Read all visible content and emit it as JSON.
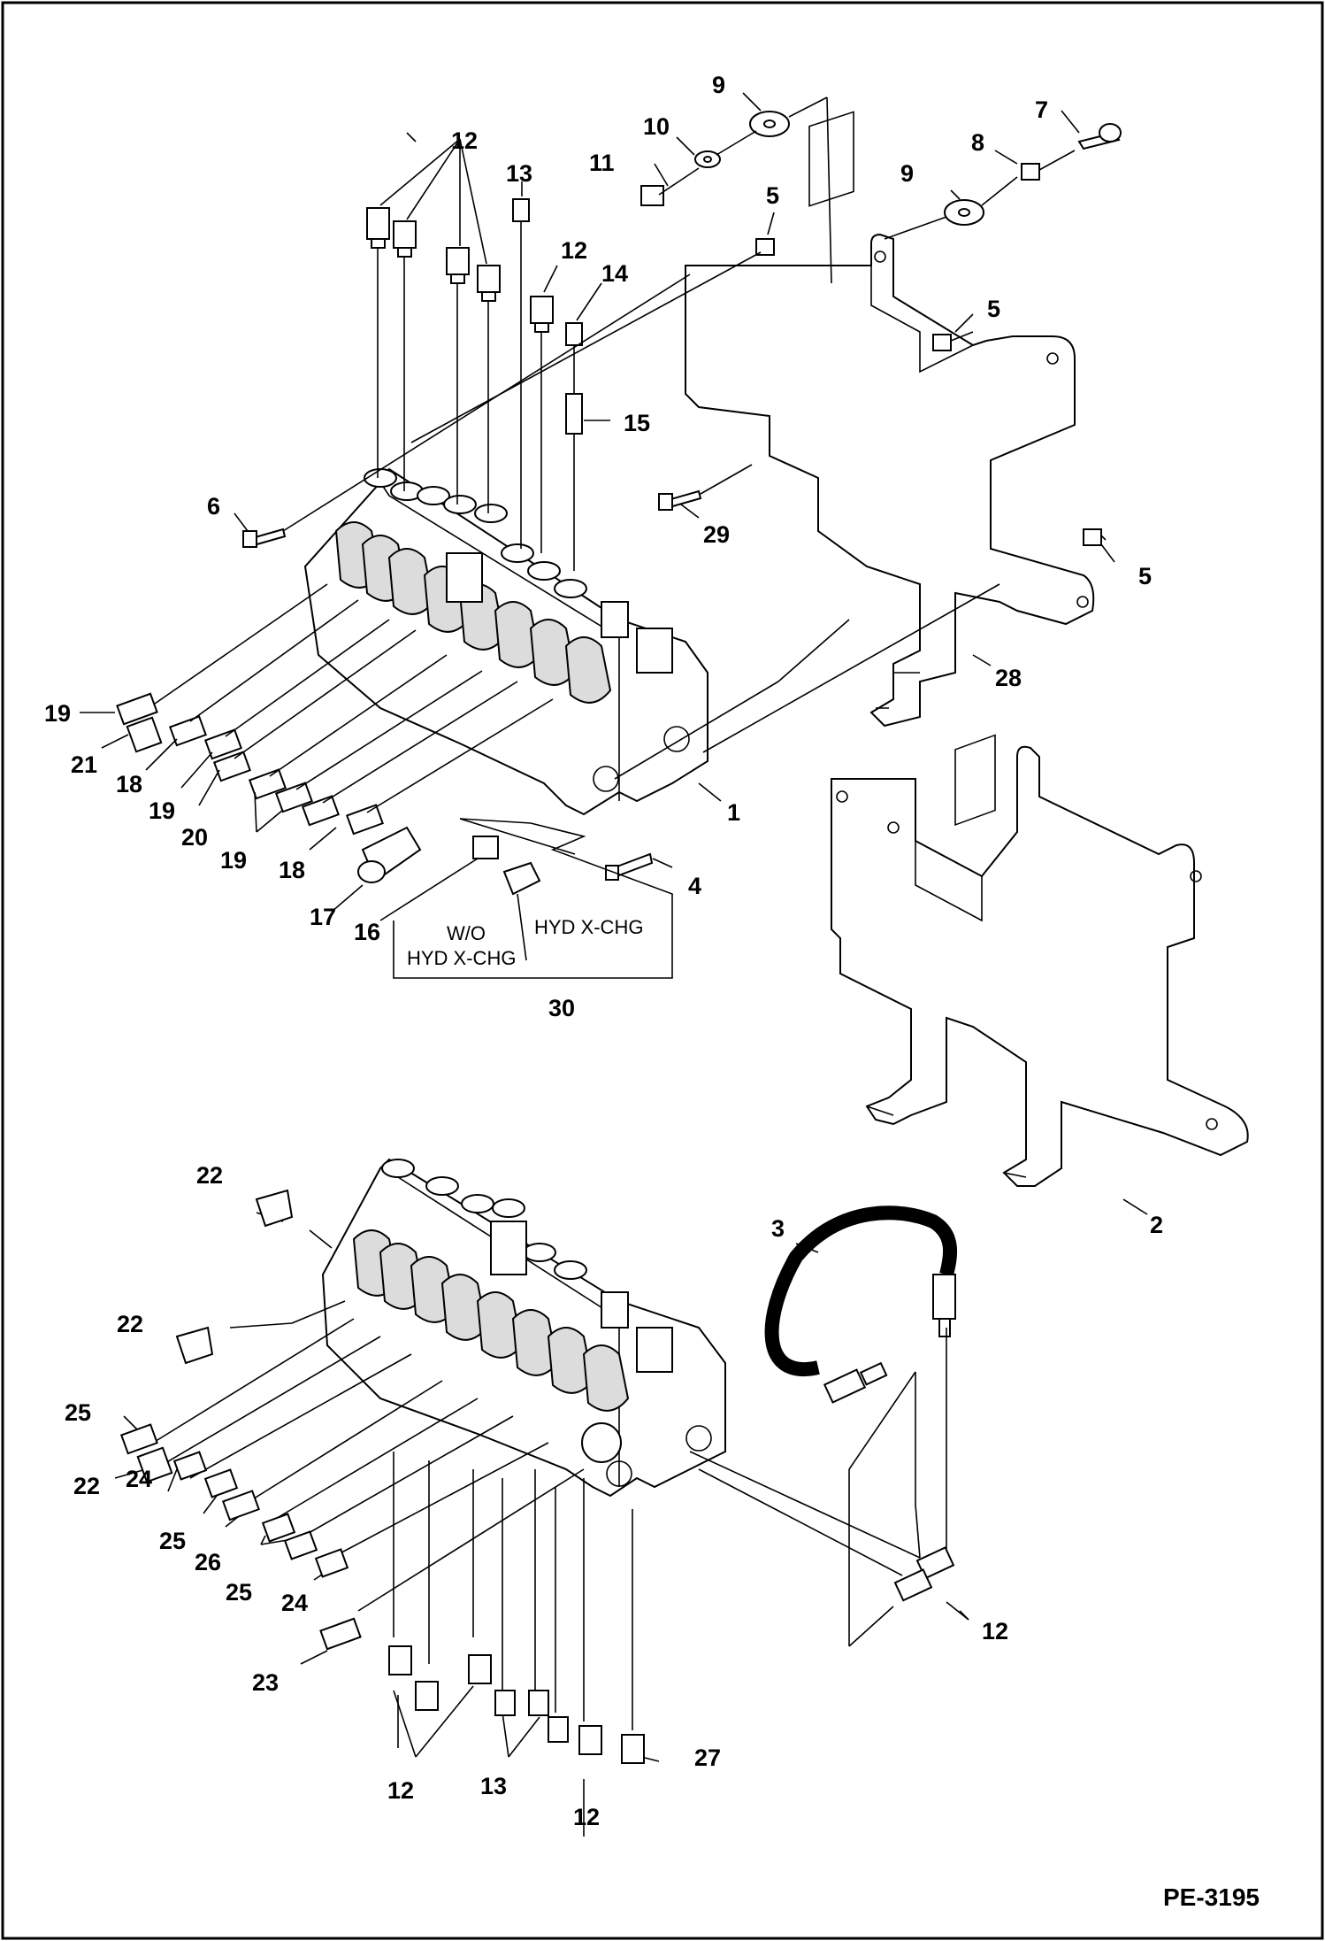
{
  "diagram": {
    "reference_code": "PE-3195",
    "callouts": {
      "c1": "1",
      "c2": "2",
      "c3": "3",
      "c4": "4",
      "c5a": "5",
      "c5b": "5",
      "c5c": "5",
      "c6": "6",
      "c7": "7",
      "c8": "8",
      "c9a": "9",
      "c9b": "9",
      "c10": "10",
      "c11": "11",
      "c12a": "12",
      "c12b": "12",
      "c12c": "12",
      "c12d": "12",
      "c12e": "12",
      "c13a": "13",
      "c13b": "13",
      "c14": "14",
      "c15": "15",
      "c16": "16",
      "c17": "17",
      "c18a": "18",
      "c18b": "18",
      "c19a": "19",
      "c19b": "19",
      "c19c": "19",
      "c20": "20",
      "c21": "21",
      "c22a": "22",
      "c22b": "22",
      "c22c": "22",
      "c23": "23",
      "c24a": "24",
      "c24b": "24",
      "c25a": "25",
      "c25b": "25",
      "c25c": "25",
      "c26": "26",
      "c27": "27",
      "c28": "28",
      "c29": "29",
      "c30": "30"
    },
    "notes": {
      "without_line1": "W/O",
      "without_line2": "HYD X-CHG",
      "with_hyd": "HYD X-CHG"
    }
  }
}
